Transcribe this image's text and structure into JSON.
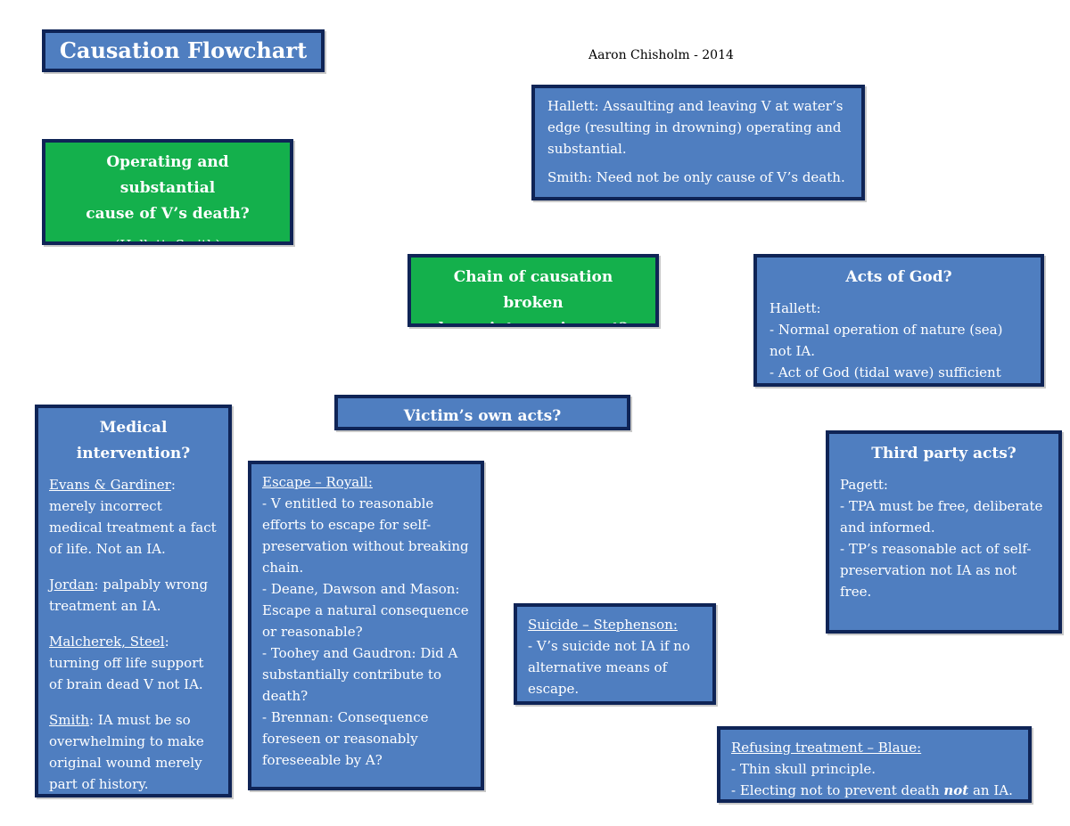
{
  "title": "Causation Flowchart",
  "author": "Aaron Chisholm - 2014",
  "hallett_box": {
    "p1": "Hallett: Assaulting and leaving V at water’s edge (resulting in drowning) operating and substantial.",
    "p2": "Smith: Need not be only cause of V’s death."
  },
  "operating_box": {
    "line1": "Operating and substantial",
    "line2": "cause of V’s death?",
    "cases": "(Hallett; Smith)"
  },
  "chain_box": {
    "line1": "Chain of causation broken",
    "line2": "by an intervening act?"
  },
  "acts_of_god_box": {
    "title": "Acts of God?",
    "case": "Hallett:",
    "point1": " - Normal operation of nature (sea) not IA.",
    "point2": " - Act of God (tidal wave) sufficient"
  },
  "victim_box": {
    "title": "Victim’s own acts?"
  },
  "medical_box": {
    "title_line1": "Medical",
    "title_line2": "intervention?",
    "items": [
      {
        "case": "Evans & Gardiner",
        "text": ": merely incorrect medical treatment a fact of life. Not an IA."
      },
      {
        "case": "Jordan",
        "text": ": palpably wrong treatment an IA."
      },
      {
        "case": "Malcherek, Steel",
        "text": ": turning off life support of brain dead V not IA."
      },
      {
        "case": "Smith",
        "text": ": IA must be so overwhelming to make original wound merely part of history."
      }
    ]
  },
  "escape_box": {
    "heading": "Escape – Royall:",
    "point1": " - V entitled to reasonable efforts to escape for self-preservation without breaking chain.",
    "point2": "- Deane, Dawson and Mason: Escape a natural consequence or reasonable?",
    "point3": "- Toohey and Gaudron: Did A substantially contribute to death?",
    "point4": "- Brennan: Consequence foreseen or reasonably foreseeable by A?"
  },
  "third_party_box": {
    "title": "Third party acts?",
    "case": "Pagett:",
    "point1": " - TPA must be free, deliberate and informed.",
    "point2": " - TP’s reasonable act of self-preservation not IA as not free."
  },
  "suicide_box": {
    "heading": "Suicide – Stephenson:",
    "point1": "- V’s suicide not IA if no alternative means of escape."
  },
  "blaue_box": {
    "heading": "Refusing treatment – Blaue:",
    "point1": "- Thin skull principle.",
    "point2_pre": "- Electing not to prevent death ",
    "point2_em": "not",
    "point2_post": " an IA."
  },
  "colors": {
    "box_fill": "#4f7ec0",
    "green_fill": "#14b04c",
    "border": "#0f2456"
  }
}
